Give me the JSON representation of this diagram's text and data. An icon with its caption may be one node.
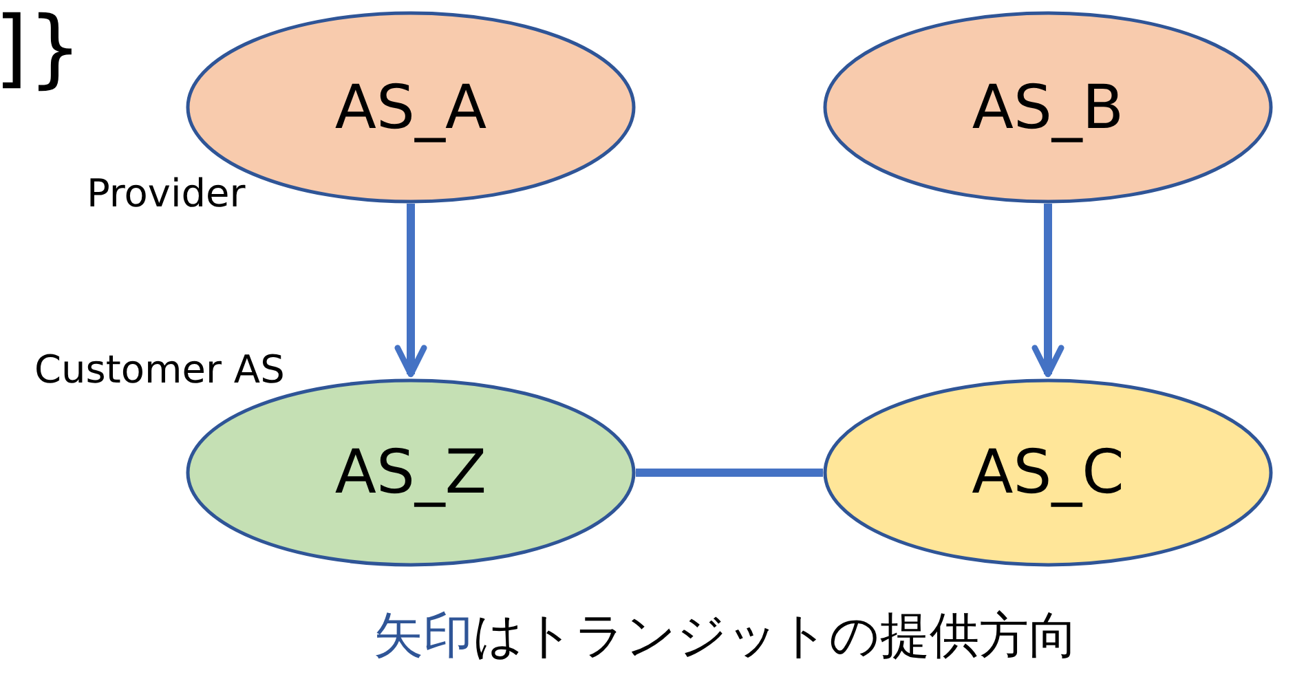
{
  "diagram": {
    "caption": "矢印はトランジットの提供方向",
    "nodes": [
      {
        "text": [
          "AS_A"
        ]
      },
      {
        "text": [
          "AS_B"
        ]
      },
      {
        "text": [
          "AS_Z"
        ]
      },
      {
        "text": [
          "AS_C"
        ]
      }
    ],
    "edges": [
      {
        "from": 0,
        "to": 2,
        "arrow": "to"
      },
      {
        "from": 1,
        "to": 3,
        "arrow": "to"
      },
      {
        "from": 2,
        "to": 3,
        "arrow": "none"
      }
    ],
    "labels": [
      "]}",
      "Provider",
      "Customer AS"
    ]
  }
}
